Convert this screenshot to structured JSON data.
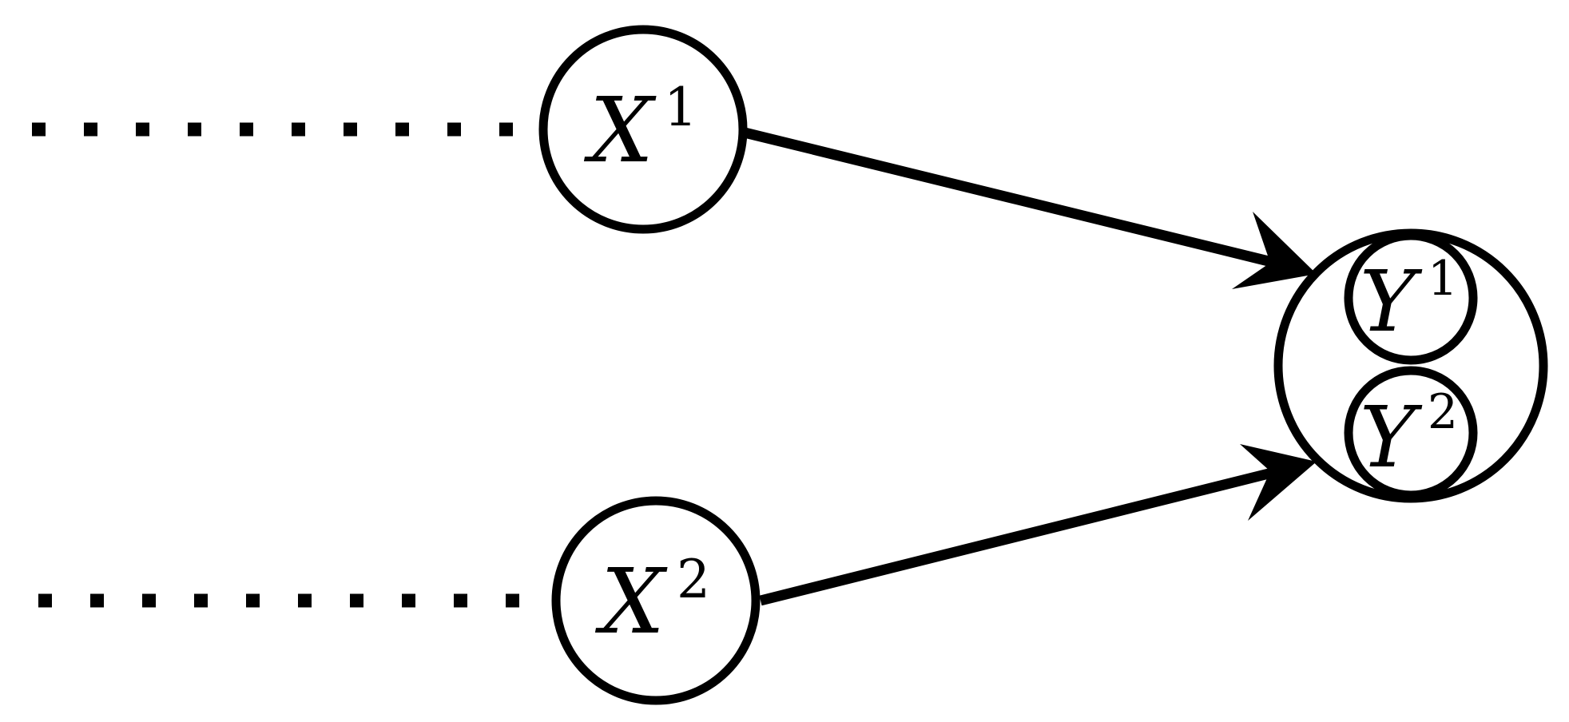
{
  "colors": {
    "ink": "#000000",
    "background": "#ffffff"
  },
  "nodes": {
    "x1": {
      "base": "X",
      "sup": "1"
    },
    "x2": {
      "base": "X",
      "sup": "2"
    },
    "y1": {
      "base": "Y",
      "sup": "1"
    },
    "y2": {
      "base": "Y",
      "sup": "2"
    }
  },
  "edges": [
    {
      "from": "x1",
      "to": "y1",
      "arrow": true
    },
    {
      "from": "x2",
      "to": "y2",
      "arrow": true
    }
  ],
  "incoming_dotted": [
    "x1",
    "x2"
  ]
}
